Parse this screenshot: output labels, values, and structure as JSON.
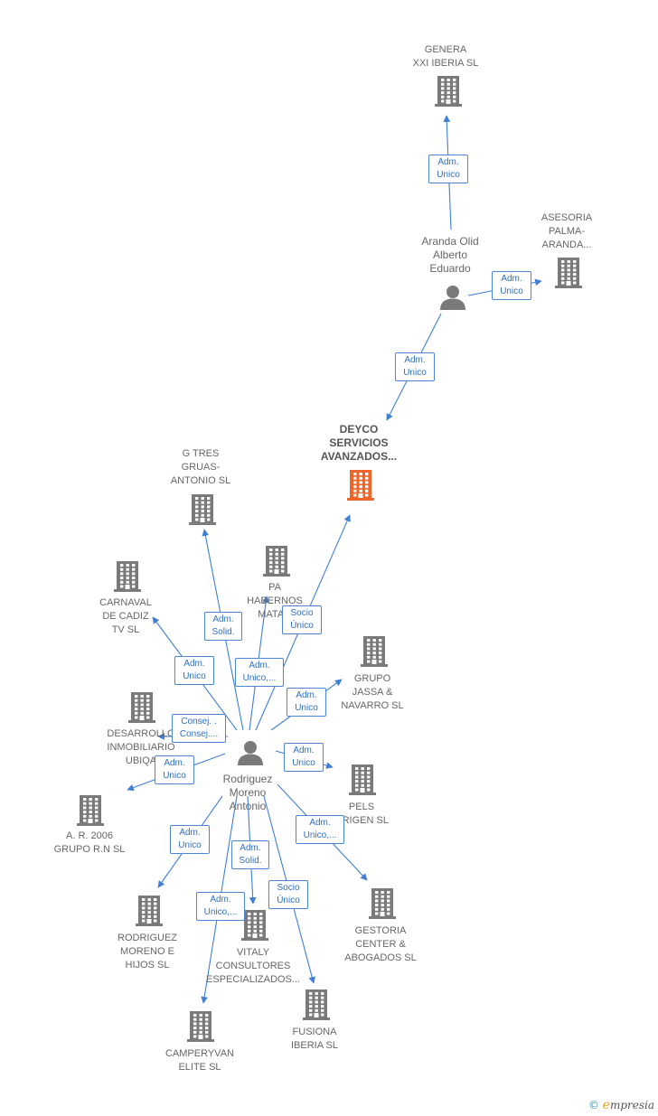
{
  "colors": {
    "building": "#7a7a7a",
    "focus": "#f0652a",
    "person": "#7a7a7a",
    "edge": "#3f7fd6"
  },
  "nodes": [
    {
      "id": "genera",
      "type": "company",
      "label": "GENERA\nXXI IBERIA  SL"
    },
    {
      "id": "asesoria",
      "type": "company",
      "label": "ASESORIA\nPALMA-\nARANDA..."
    },
    {
      "id": "aranda",
      "type": "person",
      "label": "Aranda Olid\nAlberto\nEduardo"
    },
    {
      "id": "deyco",
      "type": "company",
      "focus": true,
      "label": "DEYCO\nSERVICIOS\nAVANZADOS..."
    },
    {
      "id": "gtres",
      "type": "company",
      "label": "G TRES\nGRUAS-\nANTONIO  SL"
    },
    {
      "id": "pa",
      "type": "company",
      "label": "PA\nHABERNOS\nMATAO"
    },
    {
      "id": "carnaval",
      "type": "company",
      "label": "CARNAVAL\nDE CADIZ\nTV  SL"
    },
    {
      "id": "grupo",
      "type": "company",
      "label": "GRUPO\nJASSA &\nNAVARRO SL"
    },
    {
      "id": "desarrollo",
      "type": "company",
      "label": "DESARROLLO\nINMOBILIARIO\nUBIQA"
    },
    {
      "id": "rodriguez",
      "type": "person",
      "label": "Rodriguez\nMoreno\nAntonio"
    },
    {
      "id": "pels",
      "type": "company",
      "label": "PELS\nORIGEN  SL"
    },
    {
      "id": "ar2006",
      "type": "company",
      "label": "A. R. 2006\nGRUPO R.N SL"
    },
    {
      "id": "gestoria",
      "type": "company",
      "label": "GESTORIA\nCENTER &\nABOGADOS SL"
    },
    {
      "id": "rmhijos",
      "type": "company",
      "label": "RODRIGUEZ\nMORENO E\nHIJOS SL"
    },
    {
      "id": "vitaly",
      "type": "company",
      "label": "VITALY\nCONSULTORES\nESPECIALIZADOS..."
    },
    {
      "id": "fusiona",
      "type": "company",
      "label": "FUSIONA\nIBERIA  SL"
    },
    {
      "id": "camperyvan",
      "type": "company",
      "label": "CAMPERYVAN\nELITE  SL"
    }
  ],
  "edges": [
    {
      "from": "aranda",
      "to": "genera",
      "label": "Adm.\nUnico"
    },
    {
      "from": "aranda",
      "to": "asesoria",
      "label": "Adm.\nUnico"
    },
    {
      "from": "aranda",
      "to": "deyco",
      "label": "Adm.\nUnico"
    },
    {
      "from": "rodriguez",
      "to": "deyco",
      "label": "Socio\nÚnico"
    },
    {
      "from": "rodriguez",
      "to": "gtres",
      "label": "Adm.\nSolid."
    },
    {
      "from": "rodriguez",
      "to": "pa",
      "label": "Adm.\nUnico,..."
    },
    {
      "from": "rodriguez",
      "to": "carnaval",
      "label": "Adm.\nUnico"
    },
    {
      "from": "rodriguez",
      "to": "grupo",
      "label": "Adm.\nUnico"
    },
    {
      "from": "rodriguez",
      "to": "desarrollo",
      "label": "Consej. .\nConsej...."
    },
    {
      "from": "rodriguez",
      "to": "ar2006",
      "label": "Adm.\nUnico"
    },
    {
      "from": "rodriguez",
      "to": "pels",
      "label": "Adm.\nUnico"
    },
    {
      "from": "rodriguez",
      "to": "gestoria",
      "label": "Adm.\nUnico,..."
    },
    {
      "from": "rodriguez",
      "to": "rmhijos",
      "label": "Adm.\nUnico"
    },
    {
      "from": "rodriguez",
      "to": "vitaly",
      "label": "Adm.\nSolid."
    },
    {
      "from": "rodriguez",
      "to": "camperyvan",
      "label": "Adm.\nUnico,..."
    },
    {
      "from": "rodriguez",
      "to": "fusiona",
      "label": "Socio\nÚnico"
    }
  ],
  "footer": {
    "copyright": "©",
    "brand_initial": "e",
    "brand_rest": "mpresia"
  }
}
